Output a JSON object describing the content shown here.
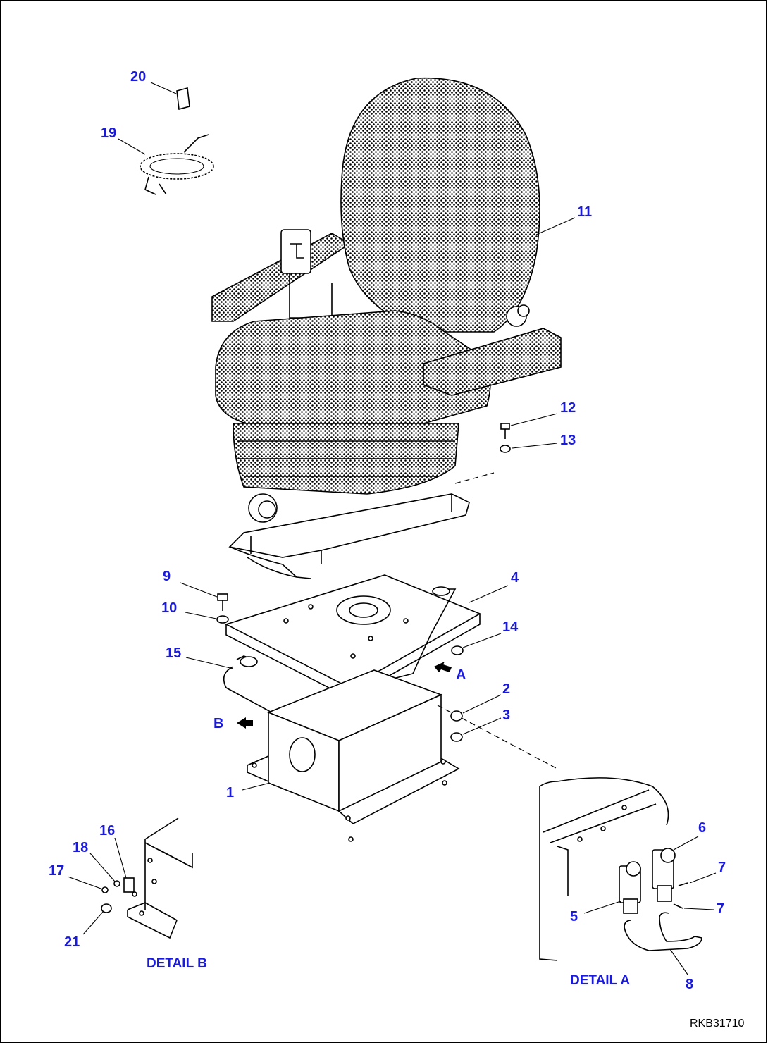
{
  "drawing_code": "RKB31710",
  "callouts": {
    "c1": "1",
    "c2": "2",
    "c3": "3",
    "c4": "4",
    "c5": "5",
    "c6": "6",
    "c7a": "7",
    "c7b": "7",
    "c8": "8",
    "c9": "9",
    "c10": "10",
    "c11": "11",
    "c12": "12",
    "c13": "13",
    "c14": "14",
    "c15": "15",
    "c16": "16",
    "c17": "17",
    "c18": "18",
    "c19": "19",
    "c20": "20",
    "c21": "21"
  },
  "view_markers": {
    "a": "A",
    "b": "B"
  },
  "details": {
    "a": "DETAIL A",
    "b": "DETAIL B"
  },
  "colors": {
    "callout": "#1a1adc",
    "line": "#000000",
    "background": "#ffffff"
  }
}
